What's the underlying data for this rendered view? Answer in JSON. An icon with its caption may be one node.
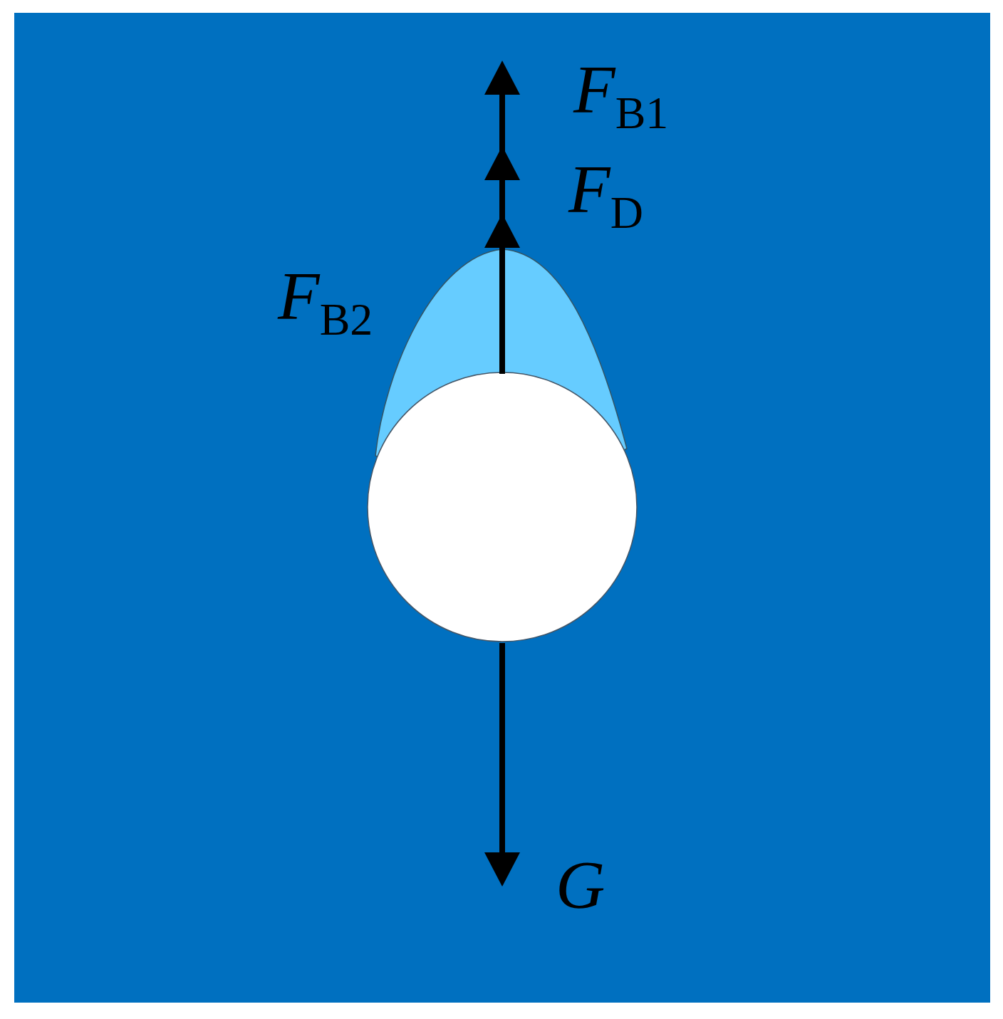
{
  "diagram": {
    "labels": [
      "*F*$_{B1}$",
      "*F*$_{D}$",
      "*F*$_{B2}$",
      "*G*"
    ]
  }
}
